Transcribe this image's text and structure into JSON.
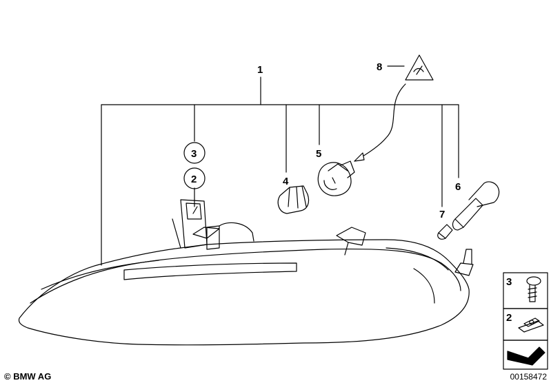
{
  "callouts": {
    "c1": "1",
    "c2": "2",
    "c3": "3",
    "c4": "4",
    "c5": "5",
    "c6": "6",
    "c7": "7",
    "c8": "8"
  },
  "circled_refs": {
    "top": "3",
    "bottom": "2"
  },
  "side_panel": {
    "item_top": "3",
    "item_bottom": "2"
  },
  "footer": {
    "copyright": "© BMW AG",
    "diagram_number": "00158472"
  }
}
